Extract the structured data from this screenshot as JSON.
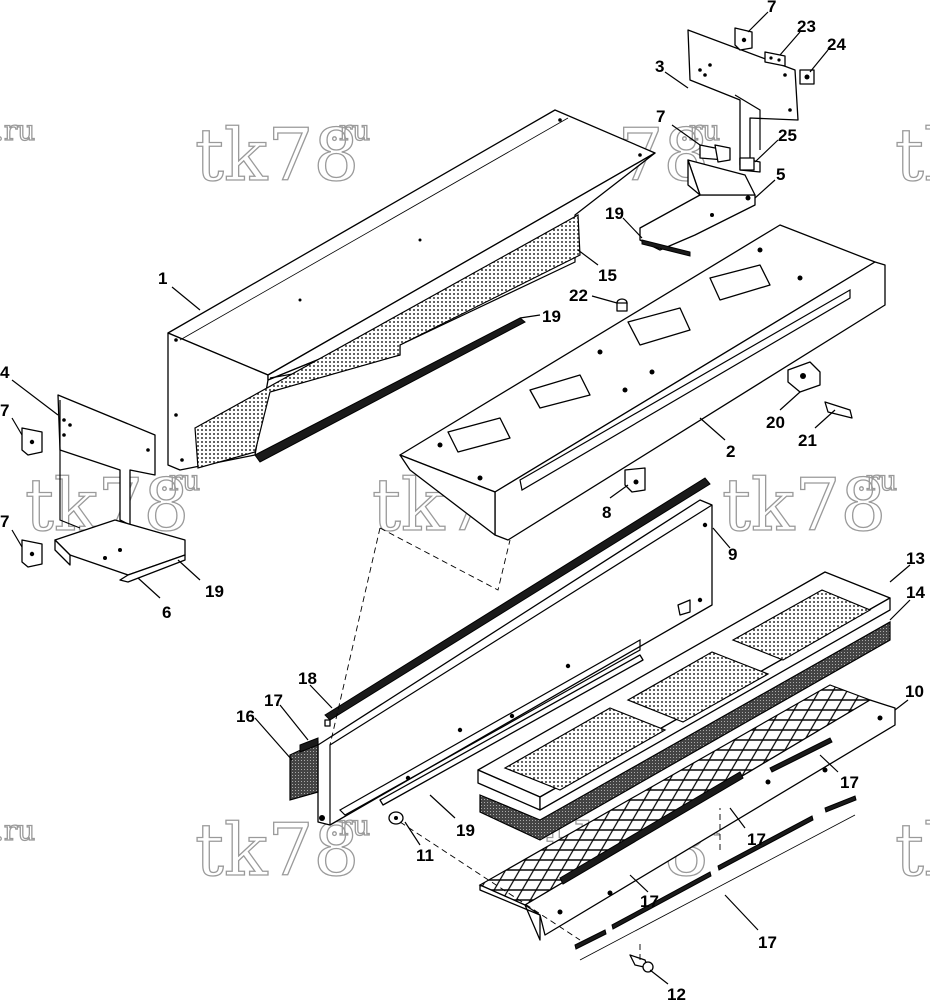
{
  "watermark": {
    "main": "tk78",
    "suffix": ".ru"
  },
  "callouts": [
    {
      "label": "1"
    },
    {
      "label": "2"
    },
    {
      "label": "3"
    },
    {
      "label": "4"
    },
    {
      "label": "5"
    },
    {
      "label": "6"
    },
    {
      "label": "7"
    },
    {
      "label": "7"
    },
    {
      "label": "7"
    },
    {
      "label": "7"
    },
    {
      "label": "8"
    },
    {
      "label": "9"
    },
    {
      "label": "10"
    },
    {
      "label": "11"
    },
    {
      "label": "12"
    },
    {
      "label": "13"
    },
    {
      "label": "14"
    },
    {
      "label": "15"
    },
    {
      "label": "16"
    },
    {
      "label": "17"
    },
    {
      "label": "17"
    },
    {
      "label": "17"
    },
    {
      "label": "17"
    },
    {
      "label": "17"
    },
    {
      "label": "18"
    },
    {
      "label": "19"
    },
    {
      "label": "19"
    },
    {
      "label": "19"
    },
    {
      "label": "19"
    },
    {
      "label": "20"
    },
    {
      "label": "21"
    },
    {
      "label": "22"
    },
    {
      "label": "23"
    },
    {
      "label": "24"
    },
    {
      "label": "25"
    }
  ]
}
